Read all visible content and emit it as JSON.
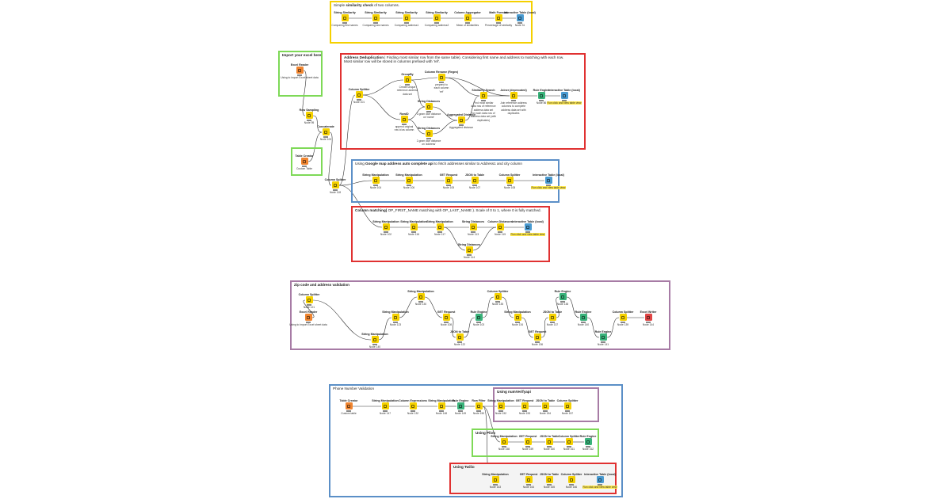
{
  "annotations": [
    {
      "id": "sim",
      "parts": [
        {
          "t": "Simple "
        },
        {
          "t": "similarity check",
          "b": true
        },
        {
          "t": "   of two columns."
        }
      ],
      "color": "#f5d000"
    },
    {
      "id": "imp",
      "parts": [
        {
          "t": "Import your excel here",
          "b": true
        }
      ],
      "color": "#7ed957"
    },
    {
      "id": "dedup",
      "parts": [
        {
          "t": "Address Deduplication",
          "b": true
        },
        {
          "t": "   | Finding most similar row from the same table). Considering first name and address to matching with each row."
        }
      ],
      "line2": "Most similar row will be stored in columns prefixed with 'ref'.",
      "color": "#e03131"
    },
    {
      "id": "tbl",
      "parts": [],
      "color": "#7ed957"
    },
    {
      "id": "google",
      "parts": [
        {
          "t": "Using "
        },
        {
          "t": "Google map address auto complete api",
          "b": true
        },
        {
          "t": "  to fetch addresses similar to Address1 and city column"
        }
      ],
      "color": "#5b8fc7"
    },
    {
      "id": "colmatch",
      "parts": [
        {
          "t": "Column matching(",
          "b": true
        },
        {
          "t": "    OP_FIRST_NAME matching with OP_LAST_NAME                   ). Scale of 0 to 1, where 0 is fully matched."
        }
      ],
      "color": "#e03131"
    },
    {
      "id": "zip",
      "parts": [
        {
          "t": "Zip code and address validation",
          "b": true
        }
      ],
      "color": "#a77ba5"
    },
    {
      "id": "phone",
      "parts": [
        {
          "t": "Phone Number Validation"
        }
      ],
      "color": "#5b8fc7"
    },
    {
      "id": "numverify",
      "parts": [
        {
          "t": "Using numVerifyapi",
          "b": true
        }
      ],
      "color": "#a77ba5"
    },
    {
      "id": "plivo",
      "parts": [
        {
          "t": "Using Plivo",
          "b": true
        }
      ],
      "color": "#7ed957"
    },
    {
      "id": "twilio",
      "parts": [
        {
          "t": "Using Twilio",
          "b": true
        }
      ],
      "color": "#e03131"
    }
  ],
  "nodes": [
    {
      "id": "s1",
      "title": "String Similarity",
      "type": "manip",
      "caption": [
        "Comparing first names"
      ]
    },
    {
      "id": "s2",
      "title": "String Similarity",
      "type": "manip",
      "caption": [
        "Comparing last names"
      ]
    },
    {
      "id": "s3",
      "title": "String Similarity",
      "type": "manip",
      "caption": [
        "Comparing address1"
      ]
    },
    {
      "id": "s4",
      "title": "String Similarity",
      "type": "manip",
      "caption": [
        "Comparing address2"
      ]
    },
    {
      "id": "s5",
      "title": "Column Aggregator",
      "type": "manip",
      "caption": [
        "Mean of similarities"
      ]
    },
    {
      "id": "s6",
      "title": "Math Formula",
      "type": "manip",
      "caption": [
        "Percentage of similarity"
      ]
    },
    {
      "id": "s7",
      "title": "Interactive Table (local)",
      "type": "view",
      "caption": [
        "Node 31"
      ]
    },
    {
      "id": "er1",
      "title": "Excel Reader",
      "type": "reader",
      "caption": [
        "Using to import Excel sheet data"
      ]
    },
    {
      "id": "rs",
      "title": "Row Sampling",
      "type": "manip",
      "caption": [
        "Node 95"
      ]
    },
    {
      "id": "conc",
      "title": "Concatenate",
      "type": "manip",
      "caption": [
        "Node 100"
      ]
    },
    {
      "id": "tc1",
      "title": "Table Creator",
      "type": "reader",
      "caption": [
        "Custom Table"
      ]
    },
    {
      "id": "cs118",
      "title": "Column Splitter",
      "type": "manip",
      "caption": [
        "Node 118"
      ]
    },
    {
      "id": "d1",
      "title": "Column Splitter",
      "type": "manip",
      "caption": [
        "Node 101"
      ]
    },
    {
      "id": "d2",
      "title": "GroupBy",
      "type": "manip",
      "caption": [
        "Create unique",
        "reference address",
        "data set"
      ]
    },
    {
      "id": "d3",
      "title": "RowID",
      "type": "manip",
      "caption": [
        "append original",
        "row id as column"
      ]
    },
    {
      "id": "d4",
      "title": "Column Rename (Regex)",
      "type": "manip",
      "caption": [
        "prepend to",
        "each column",
        "'ref'"
      ]
    },
    {
      "id": "d5",
      "title": "String Distances",
      "type": "manip",
      "caption": [
        "2-gram dice distance",
        "on 'name'"
      ]
    },
    {
      "id": "d6",
      "title": "String Distances",
      "type": "manip",
      "caption": [
        "2-gram dice distance",
        "on 'address'"
      ]
    },
    {
      "id": "d7",
      "title": "Aggregated Distance",
      "type": "manip",
      "caption": [
        "Aggregated distance"
      ]
    },
    {
      "id": "d8",
      "title": "Similarity Search",
      "type": "manip",
      "caption": [
        "Find most similar",
        "data row of reference",
        "address data set",
        "for each data row of",
        "address data set (with",
        "duplicates)"
      ]
    },
    {
      "id": "d9",
      "title": "Joiner (deprecated)",
      "type": "manip",
      "caption": [
        "Join reference address",
        "columns to complete",
        "address data set with",
        "duplicates"
      ]
    },
    {
      "id": "d10",
      "title": "Rule Engine",
      "type": "rule",
      "caption": [
        "Node 86"
      ]
    },
    {
      "id": "d11",
      "title": "Interactive Table (local)",
      "type": "view",
      "caption": [
        "Run click and view table view"
      ],
      "hl": true
    },
    {
      "id": "g1",
      "title": "String Manipulation",
      "type": "manip",
      "caption": [
        "Node 104"
      ]
    },
    {
      "id": "g2",
      "title": "String Manipulation",
      "type": "manip",
      "caption": [
        "Node 106"
      ]
    },
    {
      "id": "g3",
      "title": "GET Request",
      "type": "manip",
      "caption": [
        "Node 105"
      ]
    },
    {
      "id": "g4",
      "title": "JSON to Table",
      "type": "manip",
      "caption": [
        "Node 107"
      ]
    },
    {
      "id": "g5",
      "title": "Column Splitter",
      "type": "manip",
      "caption": [
        "Node 108"
      ]
    },
    {
      "id": "g6",
      "title": "Interactive Table (local)",
      "type": "view",
      "caption": [
        "Run click and view table view"
      ],
      "hl": true
    },
    {
      "id": "c1",
      "title": "String Manipulation",
      "type": "manip",
      "caption": [
        "Node 102"
      ]
    },
    {
      "id": "c2",
      "title": "String Manipulation",
      "type": "manip",
      "caption": [
        "Node 116"
      ]
    },
    {
      "id": "c3",
      "title": "String Manipulation",
      "type": "manip",
      "caption": [
        "Node 117"
      ]
    },
    {
      "id": "c4",
      "title": "String Distances",
      "type": "manip",
      "caption": [
        "Node 113"
      ]
    },
    {
      "id": "c5",
      "title": "String Distances",
      "type": "manip",
      "caption": [
        "Node 114"
      ]
    },
    {
      "id": "c6",
      "title": "Column Distances",
      "type": "manip",
      "caption": [
        "Node 115"
      ]
    },
    {
      "id": "c7",
      "title": "Interactive Table (local)",
      "type": "view",
      "caption": [
        "Run click and view table view"
      ],
      "hl": true
    },
    {
      "id": "z1",
      "title": "Excel Reader",
      "type": "reader",
      "caption": [
        "Using to import Excel sheet data"
      ]
    },
    {
      "id": "z2",
      "title": "Column Splitter",
      "type": "manip",
      "caption": [
        "Node 121"
      ]
    },
    {
      "id": "z3",
      "title": "String Manipulation",
      "type": "manip",
      "caption": [
        "Node 140"
      ]
    },
    {
      "id": "z4",
      "title": "String Manipulation",
      "type": "manip",
      "caption": [
        "Node 123"
      ]
    },
    {
      "id": "z5",
      "title": "String Manipulation",
      "type": "manip",
      "caption": [
        "Node 130"
      ]
    },
    {
      "id": "z6",
      "title": "GET Request",
      "type": "manip",
      "caption": [
        "Node 108"
      ]
    },
    {
      "id": "z7",
      "title": "JSON to Table",
      "type": "manip",
      "caption": [
        "Node 122"
      ]
    },
    {
      "id": "z8",
      "title": "Rule Engine",
      "type": "rule",
      "caption": [
        "Node 103"
      ]
    },
    {
      "id": "z9",
      "title": "Column Splitter",
      "type": "manip",
      "caption": [
        "Node 135"
      ]
    },
    {
      "id": "z10",
      "title": "String Manipulation",
      "type": "manip",
      "caption": [
        "Node 134"
      ]
    },
    {
      "id": "z11",
      "title": "GET Request",
      "type": "manip",
      "caption": [
        "Node 136"
      ]
    },
    {
      "id": "z12",
      "title": "JSON to Table",
      "type": "manip",
      "caption": [
        "Node 137"
      ]
    },
    {
      "id": "z13",
      "title": "Rule Engine",
      "type": "rule",
      "caption": [
        "Node 138"
      ]
    },
    {
      "id": "z14",
      "title": "Rule Engine",
      "type": "rule",
      "caption": [
        "Node 140"
      ]
    },
    {
      "id": "z15",
      "title": "Rule Engine",
      "type": "rule",
      "caption": [
        "Node 141"
      ]
    },
    {
      "id": "z16",
      "title": "Column Splitter",
      "type": "manip",
      "caption": [
        "Node 139"
      ]
    },
    {
      "id": "z17",
      "title": "Excel Writer",
      "type": "writer",
      "caption": [
        "Node 144"
      ]
    },
    {
      "id": "p1",
      "title": "Table Creator",
      "type": "reader",
      "caption": [
        "Custom table"
      ]
    },
    {
      "id": "p2",
      "title": "String Manipulation",
      "type": "manip",
      "caption": [
        "Node 147"
      ]
    },
    {
      "id": "p3",
      "title": "Column Expressions",
      "type": "manip",
      "caption": [
        "Node 132"
      ]
    },
    {
      "id": "p4",
      "title": "String Manipulation",
      "type": "manip",
      "caption": [
        "Node 148"
      ]
    },
    {
      "id": "p5",
      "title": "Rule Engine",
      "type": "rule",
      "caption": [
        "Node 149"
      ]
    },
    {
      "id": "p6",
      "title": "Row Filter",
      "type": "manip",
      "caption": [
        "Node 150"
      ]
    },
    {
      "id": "p7",
      "title": "String Manipulation",
      "type": "manip",
      "caption": [
        "Node 152"
      ]
    },
    {
      "id": "p8",
      "title": "GET Request",
      "type": "manip",
      "caption": [
        "Node 153"
      ]
    },
    {
      "id": "p9",
      "title": "JSON to Table",
      "type": "manip",
      "caption": [
        "Node 154"
      ]
    },
    {
      "id": "p10",
      "title": "Column Splitter",
      "type": "manip",
      "caption": [
        "Node 157"
      ]
    },
    {
      "id": "p11",
      "title": "String Manipulation",
      "type": "manip",
      "caption": [
        "Node 158"
      ]
    },
    {
      "id": "p12",
      "title": "GET Request",
      "type": "manip",
      "caption": [
        "Node 159"
      ]
    },
    {
      "id": "p13",
      "title": "JSON to Table",
      "type": "manip",
      "caption": [
        "Node 160"
      ]
    },
    {
      "id": "p14",
      "title": "Column Splitter",
      "type": "manip",
      "caption": [
        "Node 161"
      ]
    },
    {
      "id": "p15",
      "title": "Rule Engine",
      "type": "rule",
      "caption": [
        "Node 162"
      ]
    },
    {
      "id": "p16",
      "title": "String Manipulation",
      "type": "manip",
      "caption": [
        "Node 163"
      ]
    },
    {
      "id": "p17",
      "title": "GET Request",
      "type": "manip",
      "caption": [
        "Node 164"
      ]
    },
    {
      "id": "p18",
      "title": "JSON to Table",
      "type": "manip",
      "caption": [
        "Node 165"
      ]
    },
    {
      "id": "p19",
      "title": "Column Splitter",
      "type": "manip",
      "caption": [
        "Node 166"
      ]
    },
    {
      "id": "p20",
      "title": "Interactive Table (local)",
      "type": "view",
      "caption": [
        "Run click and view table view"
      ],
      "hl": true
    }
  ],
  "edges": [
    [
      "s1",
      "s2"
    ],
    [
      "s2",
      "s3"
    ],
    [
      "s3",
      "s4"
    ],
    [
      "s4",
      "s5"
    ],
    [
      "s5",
      "s6"
    ],
    [
      "s6",
      "s7"
    ],
    [
      "er1",
      "rs"
    ],
    [
      "rs",
      "conc"
    ],
    [
      "tc1",
      "conc"
    ],
    [
      "conc",
      "cs118"
    ],
    [
      "cs118",
      "d1"
    ],
    [
      "cs118",
      "g1"
    ],
    [
      "cs118",
      "c1"
    ],
    [
      "d1",
      "d2"
    ],
    [
      "d1",
      "d3"
    ],
    [
      "d2",
      "d4"
    ],
    [
      "d2",
      "d5"
    ],
    [
      "d3",
      "d5"
    ],
    [
      "d3",
      "d6"
    ],
    [
      "d5",
      "d7"
    ],
    [
      "d6",
      "d7"
    ],
    [
      "d4",
      "d8"
    ],
    [
      "d7",
      "d8"
    ],
    [
      "d8",
      "d9"
    ],
    [
      "d4",
      "d9"
    ],
    [
      "d9",
      "d10"
    ],
    [
      "d10",
      "d11"
    ],
    [
      "g1",
      "g2"
    ],
    [
      "g2",
      "g3"
    ],
    [
      "g3",
      "g4"
    ],
    [
      "g4",
      "g5"
    ],
    [
      "g5",
      "g6"
    ],
    [
      "c1",
      "c2"
    ],
    [
      "c2",
      "c3"
    ],
    [
      "c3",
      "c4"
    ],
    [
      "c3",
      "c5"
    ],
    [
      "c4",
      "c6"
    ],
    [
      "c5",
      "c6"
    ],
    [
      "c6",
      "c7"
    ],
    [
      "z1",
      "z2"
    ],
    [
      "z2",
      "z3"
    ],
    [
      "z3",
      "z4"
    ],
    [
      "z4",
      "z5"
    ],
    [
      "z5",
      "z6"
    ],
    [
      "z6",
      "z7"
    ],
    [
      "z7",
      "z8"
    ],
    [
      "z8",
      "z9"
    ],
    [
      "z9",
      "z10"
    ],
    [
      "z10",
      "z11"
    ],
    [
      "z11",
      "z12"
    ],
    [
      "z12",
      "z13"
    ],
    [
      "z13",
      "z14"
    ],
    [
      "z14",
      "z15"
    ],
    [
      "z15",
      "z16"
    ],
    [
      "z16",
      "z17"
    ],
    [
      "p1",
      "p2"
    ],
    [
      "p2",
      "p3"
    ],
    [
      "p3",
      "p4"
    ],
    [
      "p4",
      "p5"
    ],
    [
      "p5",
      "p6"
    ],
    [
      "p6",
      "p7"
    ],
    [
      "p7",
      "p8"
    ],
    [
      "p8",
      "p9"
    ],
    [
      "p9",
      "p10"
    ],
    [
      "p6",
      "p11"
    ],
    [
      "p11",
      "p12"
    ],
    [
      "p12",
      "p13"
    ],
    [
      "p13",
      "p14"
    ],
    [
      "p14",
      "p15"
    ],
    [
      "p6",
      "p16"
    ],
    [
      "p16",
      "p17"
    ],
    [
      "p17",
      "p18"
    ],
    [
      "p18",
      "p19"
    ],
    [
      "p19",
      "p20"
    ]
  ],
  "colors": {
    "manip": "#f5d100",
    "reader": "#f08530",
    "rule": "#39b27a",
    "view": "#4a9bd1",
    "writer": "#e04545",
    "wire": "#333333"
  }
}
